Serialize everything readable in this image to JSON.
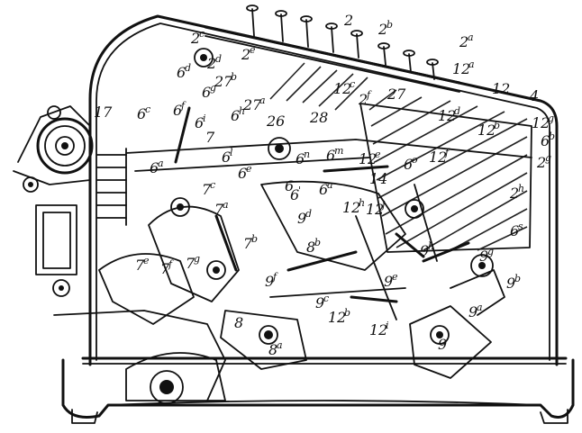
{
  "drawing": {
    "ink_color": "#111111",
    "paper_color": "#ffffff"
  },
  "labels": [
    {
      "id": "2c",
      "base": "2",
      "sup": "c"
    },
    {
      "id": "2",
      "base": "2",
      "sup": ""
    },
    {
      "id": "2b",
      "base": "2",
      "sup": "b"
    },
    {
      "id": "2a",
      "base": "2",
      "sup": "a"
    },
    {
      "id": "2d",
      "base": "2",
      "sup": "d"
    },
    {
      "id": "2e",
      "base": "2",
      "sup": "e"
    },
    {
      "id": "12a",
      "base": "12",
      "sup": "a"
    },
    {
      "id": "12",
      "base": "12",
      "sup": ""
    },
    {
      "id": "4",
      "base": "4",
      "sup": ""
    },
    {
      "id": "6d",
      "base": "6",
      "sup": "d"
    },
    {
      "id": "6g",
      "base": "6",
      "sup": "g"
    },
    {
      "id": "27b",
      "base": "27",
      "sup": "b"
    },
    {
      "id": "17",
      "base": "17",
      "sup": ""
    },
    {
      "id": "6c",
      "base": "6",
      "sup": "c"
    },
    {
      "id": "6f",
      "base": "6",
      "sup": "f"
    },
    {
      "id": "27a",
      "base": "27",
      "sup": "a"
    },
    {
      "id": "12c",
      "base": "12",
      "sup": "c"
    },
    {
      "id": "27",
      "base": "27",
      "sup": ""
    },
    {
      "id": "2f",
      "base": "2",
      "sup": "f"
    },
    {
      "id": "12d",
      "base": "12",
      "sup": "d"
    },
    {
      "id": "12g",
      "base": "12",
      "sup": "g"
    },
    {
      "id": "6i",
      "base": "6",
      "sup": "i"
    },
    {
      "id": "6h",
      "base": "6",
      "sup": "h"
    },
    {
      "id": "7",
      "base": "7",
      "sup": ""
    },
    {
      "id": "26",
      "base": "26",
      "sup": ""
    },
    {
      "id": "28",
      "base": "28",
      "sup": ""
    },
    {
      "id": "12b2",
      "base": "12",
      "sup": "b"
    },
    {
      "id": "6b",
      "base": "6",
      "sup": "b"
    },
    {
      "id": "2g",
      "base": "2",
      "sup": "g"
    },
    {
      "id": "6a",
      "base": "6",
      "sup": "a"
    },
    {
      "id": "6n",
      "base": "6",
      "sup": "n"
    },
    {
      "id": "6m",
      "base": "6",
      "sup": "m"
    },
    {
      "id": "12e",
      "base": "12",
      "sup": "e"
    },
    {
      "id": "6o",
      "base": "6",
      "sup": "o"
    },
    {
      "id": "12f",
      "base": "12",
      "sup": "f"
    },
    {
      "id": "2h",
      "base": "2",
      "sup": "h"
    },
    {
      "id": "6l",
      "base": "6",
      "sup": "l"
    },
    {
      "id": "6e",
      "base": "6",
      "sup": "e"
    },
    {
      "id": "6",
      "base": "6",
      "sup": ""
    },
    {
      "id": "6p",
      "base": "6",
      "sup": "'"
    },
    {
      "id": "6a2",
      "base": "6",
      "sup": "a"
    },
    {
      "id": "14",
      "base": "14",
      "sup": ""
    },
    {
      "id": "12h",
      "base": "12",
      "sup": "h"
    },
    {
      "id": "12i",
      "base": "12",
      "sup": "j"
    },
    {
      "id": "7c",
      "base": "7",
      "sup": "c"
    },
    {
      "id": "7a",
      "base": "7",
      "sup": "a"
    },
    {
      "id": "9d",
      "base": "9",
      "sup": "d"
    },
    {
      "id": "6s",
      "base": "6",
      "sup": "s"
    },
    {
      "id": "7b",
      "base": "7",
      "sup": "b"
    },
    {
      "id": "8b",
      "base": "8",
      "sup": "b"
    },
    {
      "id": "9h",
      "base": "9",
      "sup": "h"
    },
    {
      "id": "9g",
      "base": "9",
      "sup": "g"
    },
    {
      "id": "7e",
      "base": "7",
      "sup": "e"
    },
    {
      "id": "7f",
      "base": "7",
      "sup": "f"
    },
    {
      "id": "7g",
      "base": "7",
      "sup": "g"
    },
    {
      "id": "9f",
      "base": "9",
      "sup": "f"
    },
    {
      "id": "9e",
      "base": "9",
      "sup": "e"
    },
    {
      "id": "9c",
      "base": "9",
      "sup": "c"
    },
    {
      "id": "9b",
      "base": "9",
      "sup": "b"
    },
    {
      "id": "12b",
      "base": "12",
      "sup": "b"
    },
    {
      "id": "12j",
      "base": "12",
      "sup": "i"
    },
    {
      "id": "9a",
      "base": "9",
      "sup": "a"
    },
    {
      "id": "8",
      "base": "8",
      "sup": ""
    },
    {
      "id": "8a",
      "base": "8",
      "sup": "a"
    },
    {
      "id": "9",
      "base": "9",
      "sup": ""
    }
  ]
}
